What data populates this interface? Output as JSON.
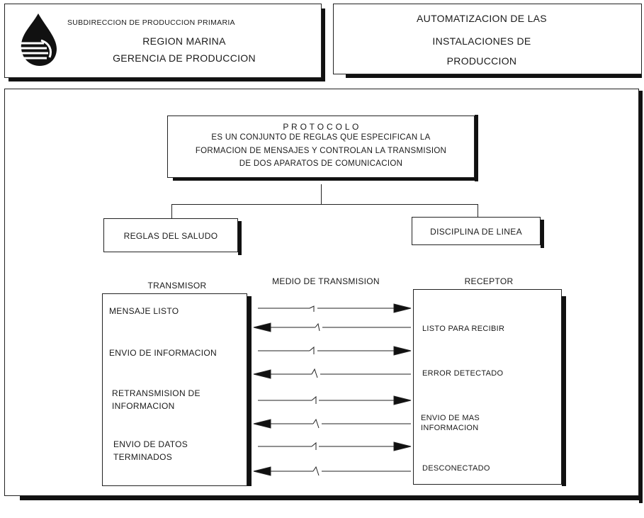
{
  "header": {
    "org": {
      "line1": "SUBDIRECCION DE PRODUCCION PRIMARIA",
      "line2": "REGION MARINA",
      "line3": "GERENCIA DE PRODUCCION"
    },
    "title": {
      "line1": "AUTOMATIZACION DE LAS",
      "line2": "INSTALACIONES DE",
      "line3": "PRODUCCION"
    }
  },
  "protocol": {
    "heading": "P R O T O C O L O",
    "line1": "ES UN CONJUNTO DE REGLAS QUE ESPECIFICAN LA",
    "line2": "FORMACION DE MENSAJES Y CONTROLAN LA TRANSMISION",
    "line3": "DE DOS APARATOS DE COMUNICACION"
  },
  "branches": {
    "left": "REGLAS DEL SALUDO",
    "right": "DISCIPLINA DE LINEA"
  },
  "columns": {
    "transmitter": "TRANSMISOR",
    "medium": "MEDIO DE TRANSMISION",
    "receiver": "RECEPTOR"
  },
  "transmitter_items": {
    "i1": "MENSAJE LISTO",
    "i2": "ENVIO DE INFORMACION",
    "i3a": "RETRANSMISION DE",
    "i3b": "INFORMACION",
    "i4a": "ENVIO DE DATOS",
    "i4b": "TERMINADOS"
  },
  "receiver_items": {
    "r1": "LISTO PARA RECIBIR",
    "r2": "ERROR DETECTADO",
    "r3a": "ENVIO DE MAS",
    "r3b": "INFORMACION",
    "r4": "DESCONECTADO"
  },
  "colors": {
    "ink": "#111111",
    "paper": "#ffffff"
  }
}
